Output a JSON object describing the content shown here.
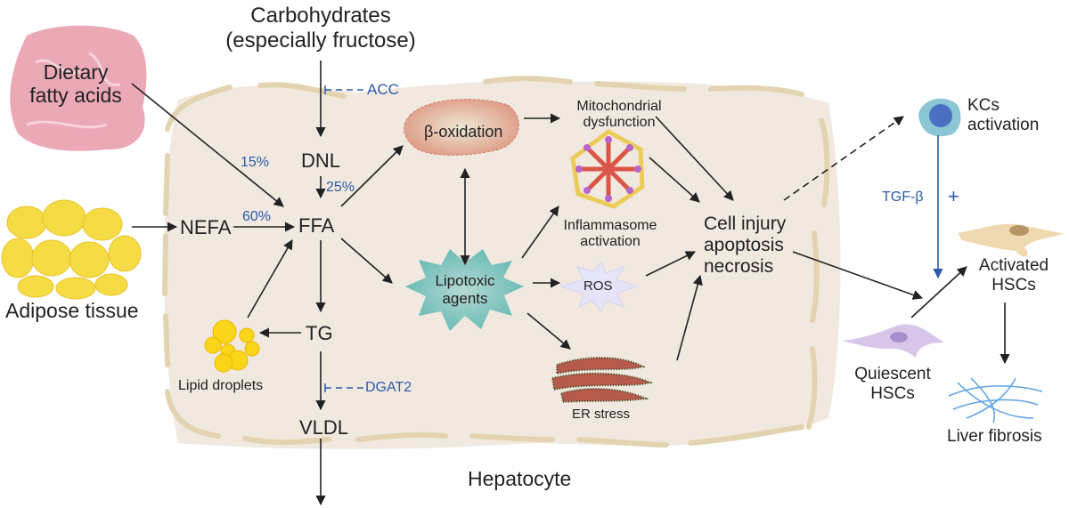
{
  "labels": {
    "carbohydrates": "Carbohydrates",
    "carbohydrates_sub": "(especially fructose)",
    "dietary": "Dietary",
    "dietary_sub": "fatty acids",
    "acc": "ACC",
    "dnl": "DNL",
    "pct_15": "15%",
    "pct_25": "25%",
    "pct_60": "60%",
    "nefa": "NEFA",
    "ffa": "FFA",
    "adipose": "Adipose tissue",
    "tg": "TG",
    "lipid_droplets": "Lipid droplets",
    "dgat2": "DGAT2",
    "vldl": "VLDL",
    "hepatocyte": "Hepatocyte",
    "beta_oxidation": "β-oxidation",
    "mito_1": "Mitochondrial",
    "mito_2": "dysfunction",
    "inflam_1": "Inflammasome",
    "inflam_2": "activation",
    "lipotoxic_1": "Lipotoxic",
    "lipotoxic_2": "agents",
    "ros": "ROS",
    "er_stress": "ER stress",
    "cell_injury_1": "Cell injury",
    "cell_injury_2": "apoptosis",
    "cell_injury_3": "necrosis",
    "kcs_1": "KCs",
    "kcs_2": "activation",
    "tgf": "TGF-β",
    "plus": "+",
    "activated_1": "Activated",
    "activated_2": "HSCs",
    "quiescent_1": "Quiescent",
    "quiescent_2": "HSCs",
    "fibrosis": "Liver fibrosis"
  },
  "colors": {
    "cell_fill": "#f1e9df",
    "membrane": "#e2d4b0",
    "inhibitor_blue": "#2b5aa8",
    "intestine": "#eba9b6",
    "adipose": "#f5dc45",
    "lipotoxic": "#6fc1bb",
    "ros": "#e6e4f8",
    "mito": "#e1a08c",
    "er": "#b65a4c",
    "kc": "#6fb5c9",
    "activated_hsc": "#efd9b0",
    "quiescent_hsc": "#d8c6ea",
    "fibrosis": "#5ea1e6"
  }
}
